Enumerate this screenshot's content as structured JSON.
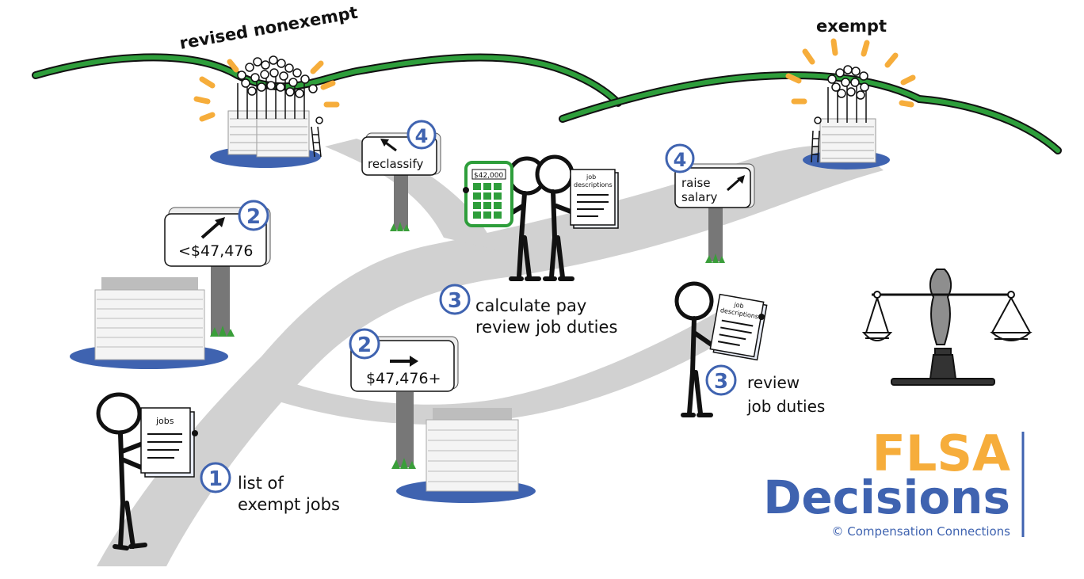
{
  "hills": {
    "left_label": "revised nonexempt",
    "right_label": "exempt"
  },
  "steps": {
    "step1": {
      "number": "1",
      "line1": "list of",
      "line2": "exempt jobs"
    },
    "step2_upper": {
      "number": "2",
      "sign": "<$47,476"
    },
    "step2_lower": {
      "number": "2",
      "sign": "$47,476+"
    },
    "step3_center": {
      "number": "3",
      "line1": "calculate pay",
      "line2": "review job duties"
    },
    "step3_right": {
      "number": "3",
      "line1": "review",
      "line2": "job duties"
    },
    "step4_left": {
      "number": "4",
      "sign": "reclassify"
    },
    "step4_right": {
      "number": "4",
      "line1": "raise",
      "line2": "salary"
    }
  },
  "props": {
    "clipboard_jobs": "jobs",
    "clipboard_desc_1": "job",
    "clipboard_desc_2": "descriptions",
    "calculator_display": "$42,000"
  },
  "brand": {
    "line1": "FLSA",
    "line2": "Decisions",
    "copyright": "© Compensation Connections"
  },
  "colors": {
    "road": "#d1d1d1",
    "hill_green": "#2e9e3b",
    "accent_blue": "#3f63b0",
    "accent_orange": "#f6ad3b",
    "scale_gray": "#8e8e8e"
  }
}
